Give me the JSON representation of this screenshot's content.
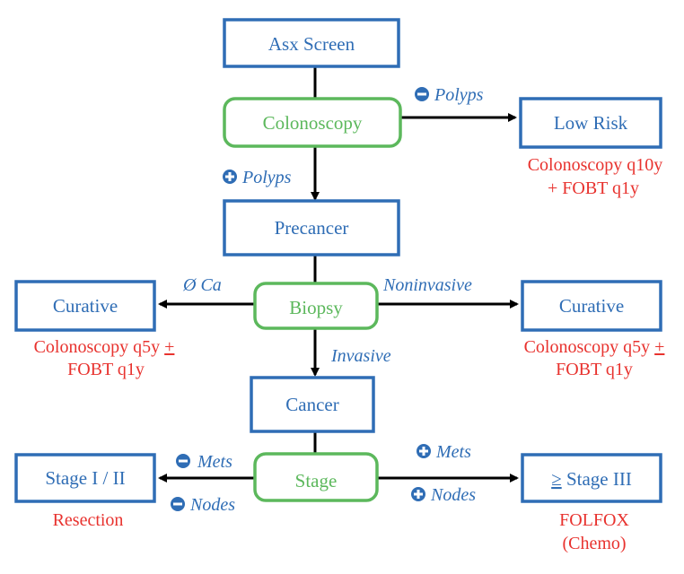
{
  "colors": {
    "process_box": "#2f6db5",
    "decision_box": "#5cb85c",
    "arrow": "#000000",
    "recommendation": "#e8322e"
  },
  "nodes": {
    "asx_screen": "Asx Screen",
    "colonoscopy": "Colonoscopy",
    "low_risk": "Low Risk",
    "precancer": "Precancer",
    "biopsy": "Biopsy",
    "curative_left": "Curative",
    "curative_right": "Curative",
    "cancer": "Cancer",
    "stage": "Stage",
    "stage_i_ii": "Stage I / II",
    "stage_iii_symbol": "≥",
    "stage_iii_text": "Stage III"
  },
  "edges": {
    "neg_polyps": "Polyps",
    "pos_polyps": "Polyps",
    "no_ca": "Ø Ca",
    "noninvasive": "Noninvasive",
    "invasive": "Invasive",
    "neg_mets": "Mets",
    "neg_nodes": "Nodes",
    "pos_mets": "Mets",
    "pos_nodes": "Nodes"
  },
  "signs": {
    "plus": "+",
    "minus": "−"
  },
  "recommendations": {
    "low_risk_line1": "Colonoscopy q10y",
    "low_risk_line2": "+ FOBT q1y",
    "curative_left_line1_text": "Colonoscopy q5y ",
    "curative_left_line1_symbol": "+",
    "curative_left_line2": "FOBT q1y",
    "curative_right_line1_text": "Colonoscopy q5y ",
    "curative_right_line1_symbol": "+",
    "curative_right_line2": "FOBT q1y",
    "stage_i_ii": "Resection",
    "stage_iii_line1": "FOLFOX",
    "stage_iii_line2": "(Chemo)"
  }
}
